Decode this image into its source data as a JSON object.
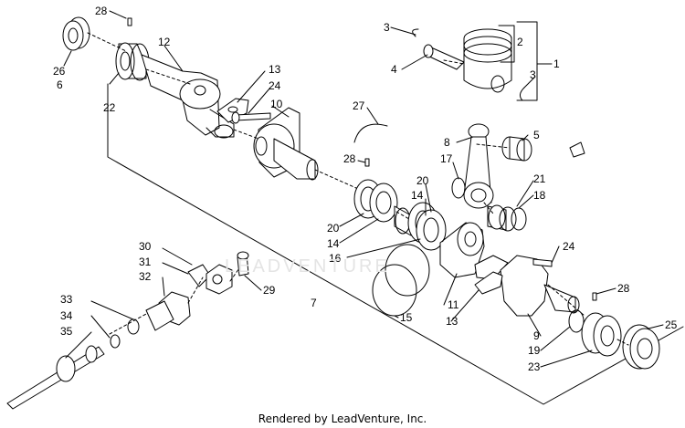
{
  "footer": {
    "text": "Rendered by LeadVenture, Inc."
  },
  "watermark": {
    "text": "LEADVENTURE"
  },
  "callouts": [
    "28",
    "26",
    "6",
    "22",
    "12",
    "13",
    "24",
    "10",
    "2",
    "1",
    "3",
    "4",
    "3",
    "27",
    "5",
    "8",
    "17",
    "28",
    "21",
    "18",
    "20",
    "14",
    "20",
    "14",
    "16",
    "24",
    "30",
    "31",
    "32",
    "29",
    "7",
    "11",
    "13",
    "15",
    "28",
    "25",
    "33",
    "34",
    "35",
    "9",
    "19",
    "23"
  ],
  "colors": {
    "line": "#000000",
    "background": "#ffffff"
  }
}
